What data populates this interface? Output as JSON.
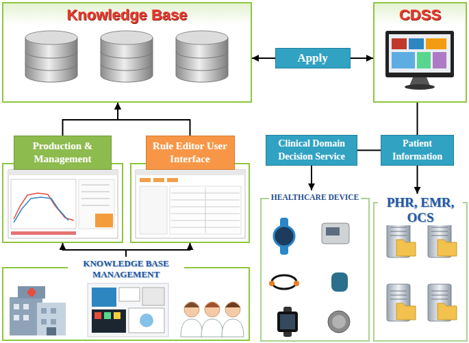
{
  "diagram": {
    "nodes": [
      {
        "text": [
          "Knowledge Base"
        ]
      },
      {
        "text": [
          "CDSS"
        ]
      },
      {
        "text": [
          "Production & Management"
        ]
      },
      {
        "text": [
          "Rule Editor User Interface"
        ]
      },
      {
        "text": [
          "KNOWLEDGE BASE MANAGEMENT"
        ]
      },
      {
        "text": [
          "Clinical Domain Decision Service"
        ]
      },
      {
        "text": [
          "Patient Information"
        ]
      },
      {
        "text": [
          "HEALTHCARE DEVICE"
        ]
      },
      {
        "text": [
          "PHR, EMR, OCS"
        ]
      }
    ],
    "edges": [
      {
        "from": 0,
        "to": 1,
        "arrow": "both",
        "label": "Apply"
      },
      {
        "from": 2,
        "to": 0,
        "arrow": "to"
      },
      {
        "from": 3,
        "to": 0,
        "arrow": "to"
      },
      {
        "from": 4,
        "to": 2,
        "arrow": "to"
      },
      {
        "from": 4,
        "to": 3,
        "arrow": "to"
      },
      {
        "from": 1,
        "to": 6,
        "arrow": "none"
      },
      {
        "from": 6,
        "to": 5,
        "arrow": "none"
      },
      {
        "from": 5,
        "to": 7,
        "arrow": "to"
      },
      {
        "from": 6,
        "to": 8,
        "arrow": "to"
      }
    ]
  }
}
